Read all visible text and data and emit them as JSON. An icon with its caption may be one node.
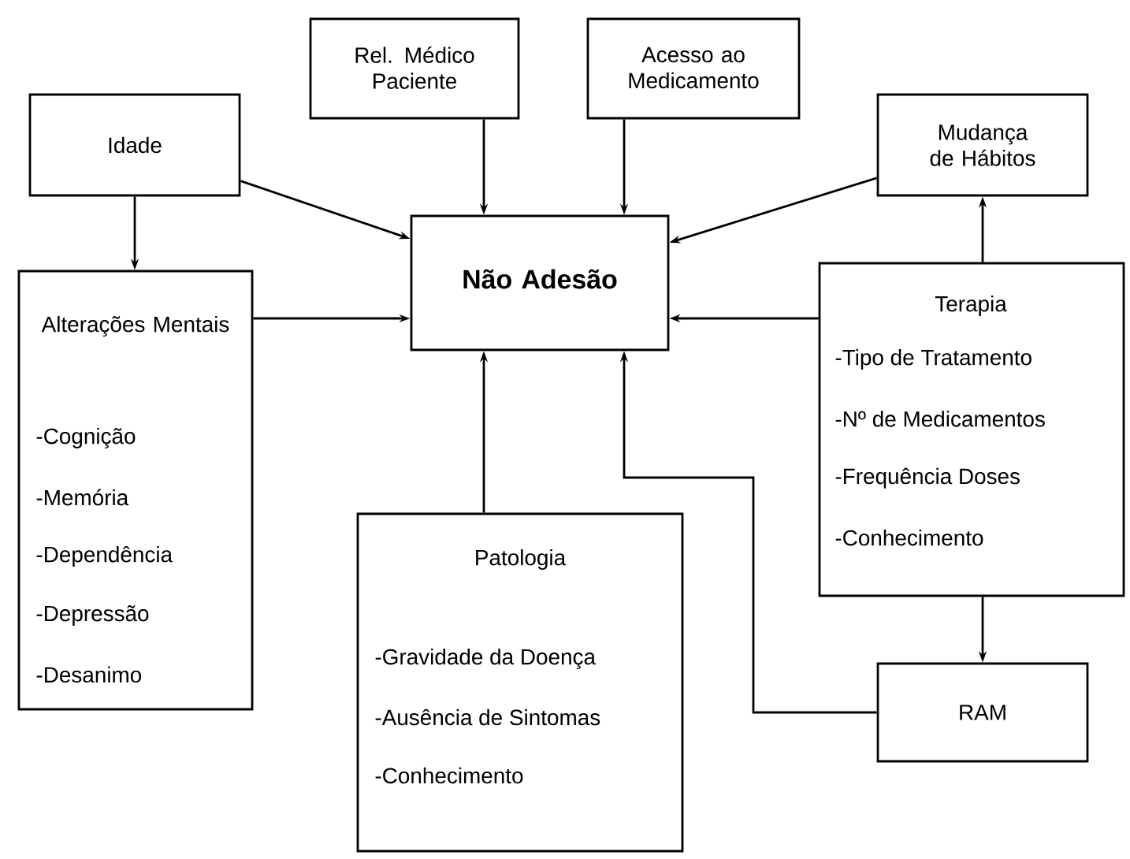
{
  "diagram": {
    "nodes": [
      {
        "text": [
          "Rel. Médico Paciente"
        ]
      },
      {
        "text": [
          "Acesso ao Medicamento"
        ]
      },
      {
        "text": [
          "Idade"
        ]
      },
      {
        "text": [
          "Mudança de Hábitos"
        ]
      },
      {
        "text": [
          "Não Adesão"
        ]
      },
      {
        "text": [
          "Alterações Mentais",
          "-Cognição",
          "-Memória",
          "-Dependência",
          "-Depressão",
          "-Desanimo"
        ]
      },
      {
        "text": [
          "Terapia",
          "-Tipo de Tratamento",
          "-Nº de Medicamentos",
          "-Frequência Doses",
          "-Conhecimento"
        ]
      },
      {
        "text": [
          "Patologia",
          "-Gravidade da Doença",
          "-Ausência de Sintomas",
          "-Conhecimento"
        ]
      },
      {
        "text": [
          "RAM"
        ]
      }
    ],
    "edges": [
      {
        "from": 2,
        "to": 4,
        "arrow": "to"
      },
      {
        "from": 0,
        "to": 4,
        "arrow": "to"
      },
      {
        "from": 1,
        "to": 4,
        "arrow": "to"
      },
      {
        "from": 3,
        "to": 4,
        "arrow": "to"
      },
      {
        "from": 2,
        "to": 5,
        "arrow": "to"
      },
      {
        "from": 5,
        "to": 4,
        "arrow": "to"
      },
      {
        "from": 6,
        "to": 4,
        "arrow": "to"
      },
      {
        "from": 6,
        "to": 3,
        "arrow": "to"
      },
      {
        "from": 7,
        "to": 4,
        "arrow": "to"
      },
      {
        "from": 6,
        "to": 8,
        "arrow": "to"
      },
      {
        "from": 8,
        "to": 4,
        "arrow": "to"
      }
    ]
  }
}
